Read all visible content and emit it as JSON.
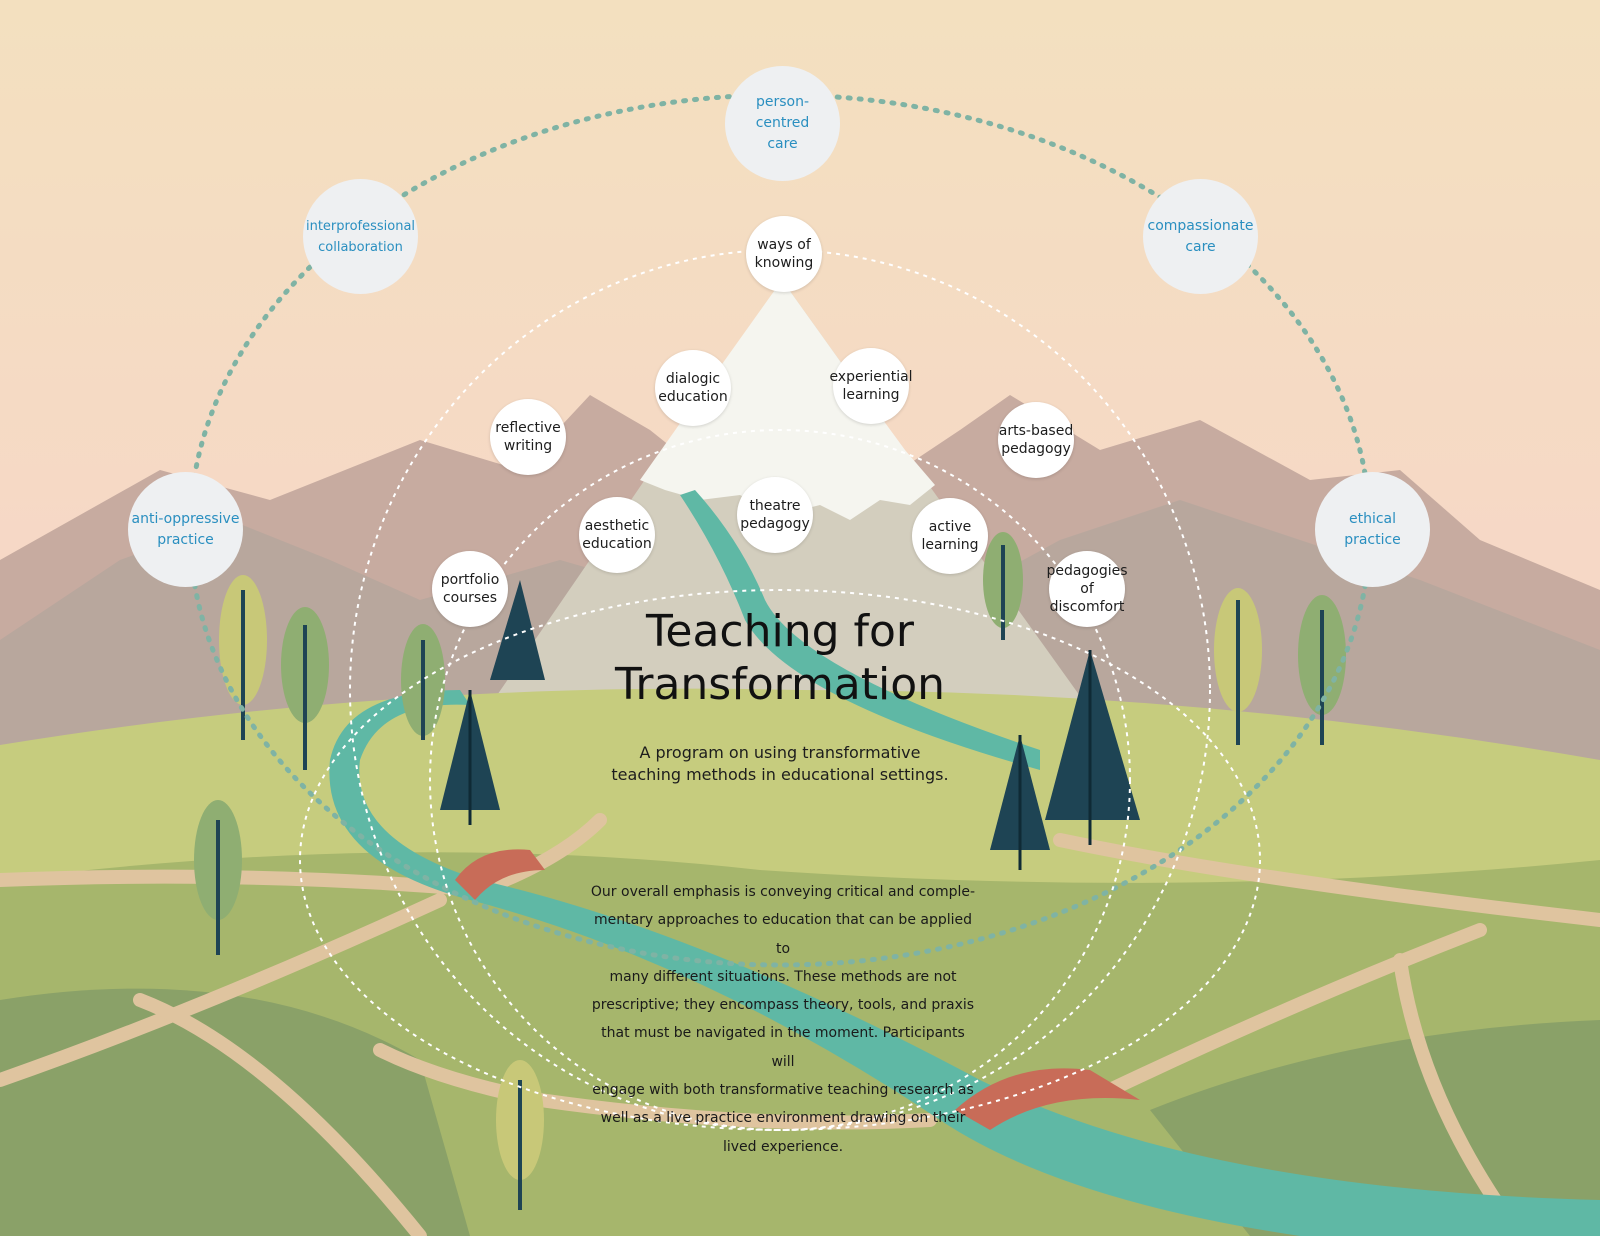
{
  "colors": {
    "sky": "#f6dcc6",
    "far_mountain": "#c4a89d",
    "mid_mountain": "#b9a89f",
    "peak": "#d3cebe",
    "snow": "#f5f5ef",
    "grass_light": "#c6cc7e",
    "grass_mid": "#a6b66c",
    "grass_dark": "#8aa168",
    "river": "#5fb8a5",
    "path": "#dfc49f",
    "bridge": "#c86c58",
    "pine": "#1e4454",
    "tree_green": "#8fae72",
    "tree_yellow": "#c8c878",
    "outer_dots": "#7fb3a4",
    "outer_label": "#2a8fc0"
  },
  "outer_values": [
    {
      "text": "person-\ncentred\ncare",
      "icon": "value-circle"
    },
    {
      "text": "compassionate\ncare",
      "icon": "value-circle"
    },
    {
      "text": "ethical\npractice",
      "icon": "value-circle"
    },
    {
      "text": "anti-oppressive\npractice",
      "icon": "value-circle"
    },
    {
      "text": "interprofessional\ncollaboration",
      "icon": "value-circle"
    }
  ],
  "methods": [
    {
      "text": "ways of\nknowing"
    },
    {
      "text": "experiential\nlearning"
    },
    {
      "text": "arts-based\npedagogy"
    },
    {
      "text": "active\nlearning"
    },
    {
      "text": "pedagogies of\ndiscomfort"
    },
    {
      "text": "theatre\npedagogy"
    },
    {
      "text": "aesthetic\neducation"
    },
    {
      "text": "portfolio\ncourses"
    },
    {
      "text": "reflective\nwriting"
    },
    {
      "text": "dialogic\neducation"
    }
  ],
  "title": "Teaching for\nTransformation",
  "subtitle": "A program on using transformative\nteaching methods in educational settings.",
  "body": "Our overall emphasis is conveying critical and comple-\nmentary approaches to education that can be applied to\nmany different  situations. These methods are not\nprescriptive; they encompass theory, tools, and praxis\nthat must be navigated in the moment. Participants will\nengage with both transformative teaching research as\nwell as a live practice environment drawing on their\nlived experience."
}
